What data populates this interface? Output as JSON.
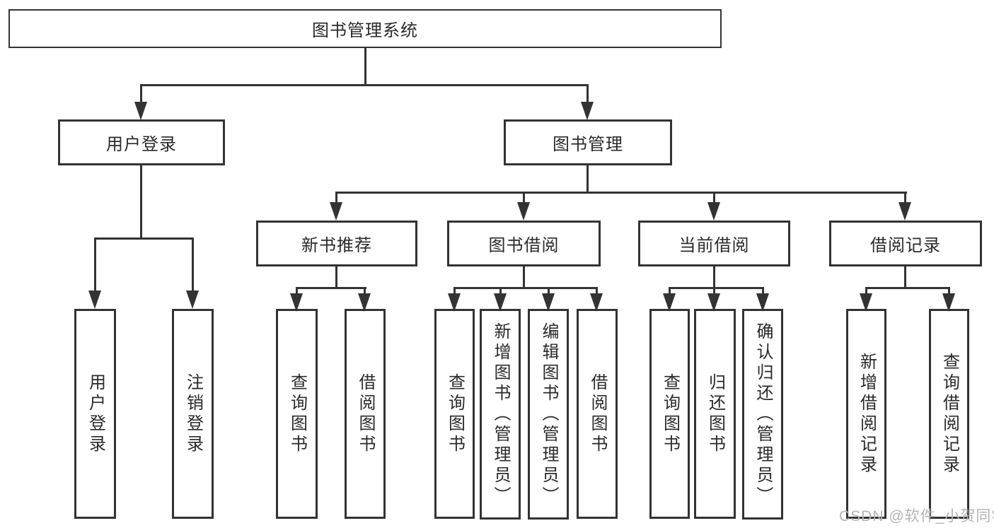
{
  "diagram": {
    "type": "hierarchy-tree",
    "colors": {
      "background": "#ffffff",
      "line": "#333333",
      "text": "#2a2a2a",
      "watermark": "#b4b4b4"
    },
    "watermark": "CSDN @软件_小贺同学",
    "nodes": {
      "root": {
        "label": "图书管理系统"
      },
      "user_login": {
        "label": "用户登录"
      },
      "book_mgmt": {
        "label": "图书管理"
      },
      "user_login_leaf": {
        "label": "用户登录"
      },
      "logout_leaf": {
        "label": "注销登录"
      },
      "new_book_rec": {
        "label": "新书推荐"
      },
      "book_borrow": {
        "label": "图书借阅"
      },
      "current_borrow": {
        "label": "当前借阅"
      },
      "borrow_records": {
        "label": "借阅记录"
      },
      "rec_query_books": {
        "label": "查询图书"
      },
      "rec_borrow_books": {
        "label": "借阅图书"
      },
      "bb_query_books": {
        "label": "查询图书"
      },
      "bb_add_books": {
        "label": "新增图书（管理员）"
      },
      "bb_edit_books": {
        "label": "编辑图书（管理员）"
      },
      "bb_borrow_books": {
        "label": "借阅图书"
      },
      "cb_query_books": {
        "label": "查询图书"
      },
      "cb_return_books": {
        "label": "归还图书"
      },
      "cb_confirm_return": {
        "label": "确认归还（管理员）"
      },
      "br_add_record": {
        "label": "新增借阅记录"
      },
      "br_query_record": {
        "label": "查询借阅记录"
      }
    },
    "hierarchy": {
      "root": [
        "user_login",
        "book_mgmt"
      ],
      "user_login": [
        "user_login_leaf",
        "logout_leaf"
      ],
      "book_mgmt": [
        "new_book_rec",
        "book_borrow",
        "current_borrow",
        "borrow_records"
      ],
      "new_book_rec": [
        "rec_query_books",
        "rec_borrow_books"
      ],
      "book_borrow": [
        "bb_query_books",
        "bb_add_books",
        "bb_edit_books",
        "bb_borrow_books"
      ],
      "current_borrow": [
        "cb_query_books",
        "cb_return_books",
        "cb_confirm_return"
      ],
      "borrow_records": [
        "br_add_record",
        "br_query_record"
      ]
    }
  }
}
